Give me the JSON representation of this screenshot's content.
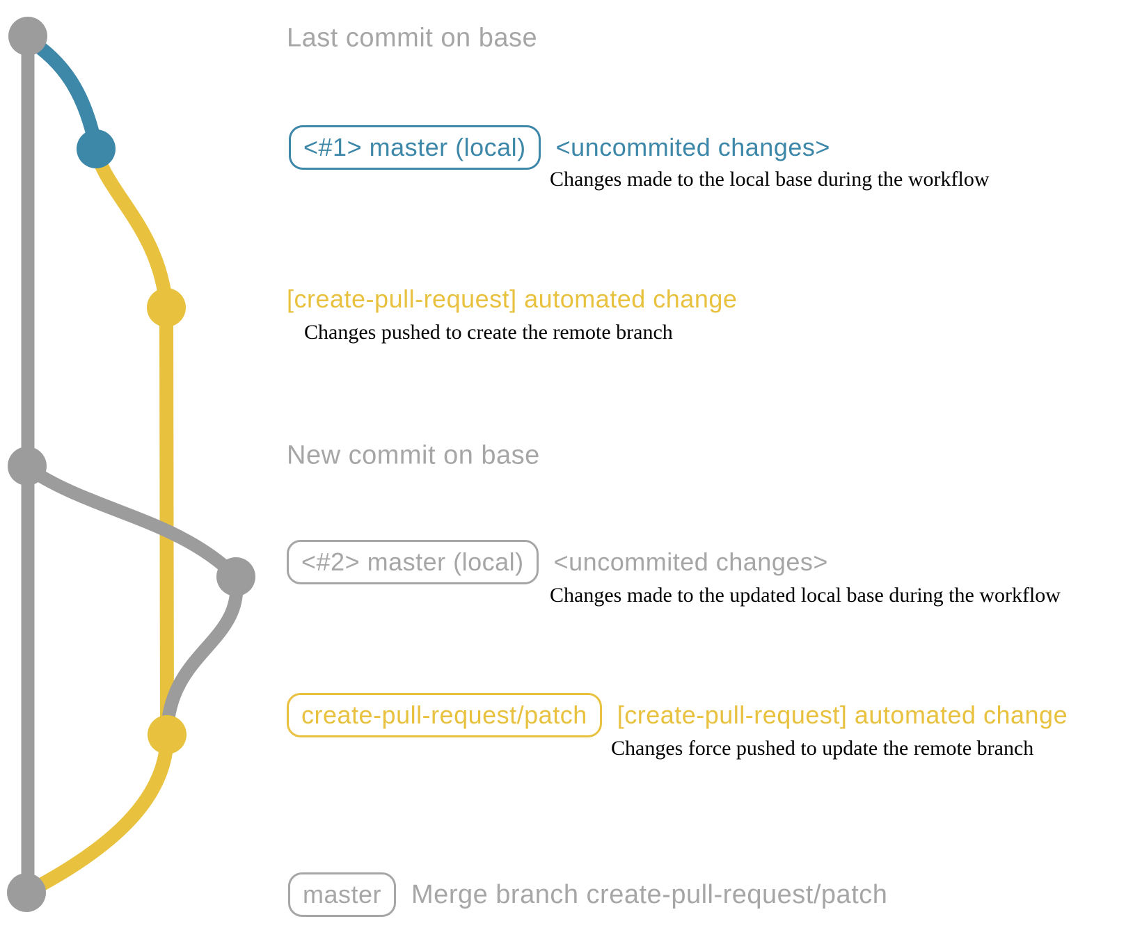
{
  "colors": {
    "gray": "#9c9c9c",
    "blue": "#3d87a8",
    "yellow": "#e8c13e",
    "label_gray": "#a6a6a6",
    "black": "#000000"
  },
  "graph": {
    "type": "git-commit-graph",
    "branches": [
      {
        "name": "base (remote master)",
        "color": "#9c9c9c"
      },
      {
        "name": "local master changes",
        "color": "#3d87a8"
      },
      {
        "name": "create-pull-request/patch",
        "color": "#e8c13e"
      }
    ],
    "commits": [
      {
        "id": "last-commit-on-base",
        "color": "#9c9c9c"
      },
      {
        "id": "uncommited-changes-1",
        "color": "#3d87a8"
      },
      {
        "id": "automated-change-1",
        "color": "#e8c13e"
      },
      {
        "id": "new-commit-on-base",
        "color": "#9c9c9c"
      },
      {
        "id": "uncommited-changes-2",
        "color": "#9c9c9c"
      },
      {
        "id": "automated-change-2",
        "color": "#e8c13e"
      },
      {
        "id": "merge-commit",
        "color": "#9c9c9c"
      }
    ]
  },
  "rows": [
    {
      "caption": "Last commit on base"
    },
    {
      "badge": "<#1> master (local)",
      "annotation": "<uncommited changes>",
      "description": "Changes made to the local base during the workflow"
    },
    {
      "annotation": "[create-pull-request] automated change",
      "description": "Changes pushed to create the remote branch"
    },
    {
      "caption": "New commit on base"
    },
    {
      "badge": "<#2> master (local)",
      "annotation": "<uncommited changes>",
      "description": "Changes made to the updated local base during the workflow"
    },
    {
      "badge": "create-pull-request/patch",
      "annotation": "[create-pull-request] automated change",
      "description": "Changes force pushed to update the remote branch"
    },
    {
      "badge": "master",
      "caption": "Merge branch create-pull-request/patch"
    }
  ]
}
